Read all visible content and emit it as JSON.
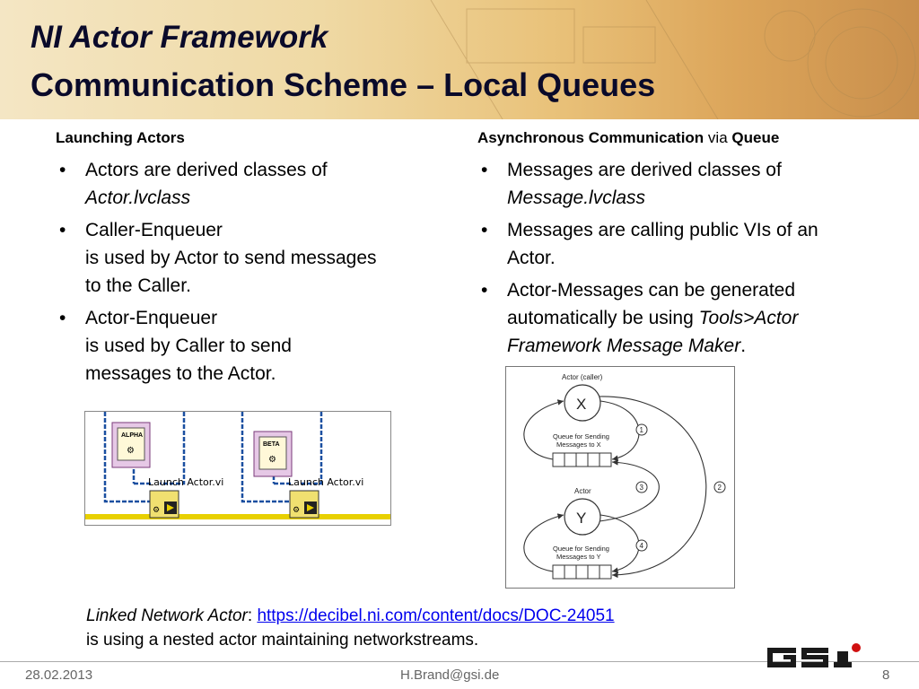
{
  "slide": {
    "title_line1": "NI Actor Framework",
    "title_line2": "Communication Scheme – Local Queues"
  },
  "left": {
    "heading": "Launching Actors",
    "bullets": [
      {
        "text": "Actors are derived classes of",
        "italic": "Actor.lvclass"
      },
      {
        "text": "Caller-Enqueuer",
        "line2": "is used by Actor to send messages",
        "line3": "to the Caller."
      },
      {
        "text": "Actor-Enqueuer",
        "line2": "is used by Caller to send",
        "line3": "messages to the Actor."
      }
    ],
    "figure": {
      "box1_label": "ALPHA",
      "box2_label": "BETA",
      "vi1_label": "Launch Actor.vi",
      "vi2_label": "Launch Actor.vi"
    }
  },
  "right": {
    "heading_bold": "Asynchronous Communication",
    "heading_mid": "via",
    "heading_bold2": "Queue",
    "bullets": [
      {
        "text": "Messages are derived classes of",
        "italic": "Message.lvclass"
      },
      {
        "text": "Messages are calling public VIs of an",
        "line2": "Actor."
      },
      {
        "text": "Actor-Messages can be generated",
        "line2": "automatically be using",
        "italic": "Tools>Actor",
        "italic2": "Framework Message Maker",
        "end": "."
      }
    ],
    "figure": {
      "caller_label": "Actor (caller)",
      "x_label": "X",
      "queue_x_line1": "Queue for Sending",
      "queue_x_line2": "Messages to X",
      "actor_label": "Actor",
      "y_label": "Y",
      "queue_y_line1": "Queue for Sending",
      "queue_y_line2": "Messages to Y",
      "n1": "1",
      "n2": "2",
      "n3": "3",
      "n4": "4"
    }
  },
  "bottom": {
    "italic_label": "Linked Network Actor",
    "colon": ":",
    "link": "https://decibel.ni.com/content/docs/DOC-24051",
    "line2": "is using a nested actor maintaining networkstreams."
  },
  "footer": {
    "date": "28.02.2013",
    "email": "H.Brand@gsi.de",
    "page": "8",
    "logo_text": "GSI"
  },
  "colors": {
    "title": "#0a0a2a",
    "link": "#0000ee",
    "wire_blue": "#1a4fa0",
    "wire_yellow": "#e8d000"
  }
}
